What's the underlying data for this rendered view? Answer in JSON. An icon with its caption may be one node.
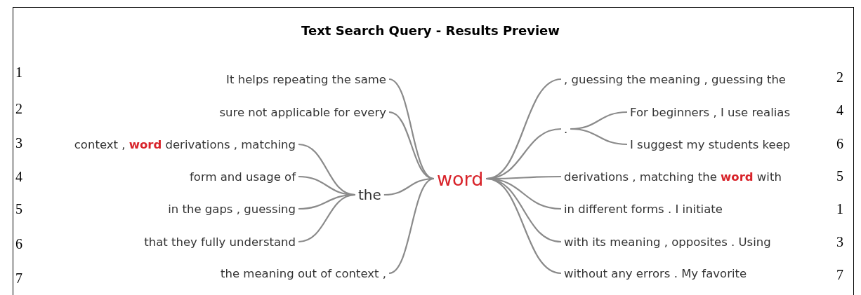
{
  "diagram": {
    "title": "Text Search Query - Results Preview",
    "nodes": [
      {
        "text": [
          "word"
        ]
      },
      {
        "text": [
          "It helps repeating the same"
        ]
      },
      {
        "text": [
          "sure not applicable for every"
        ]
      },
      {
        "text": [
          "the"
        ]
      },
      {
        "text": [
          "context , **word** derivations , matching"
        ]
      },
      {
        "text": [
          "form and usage of"
        ]
      },
      {
        "text": [
          "in the gaps , guessing"
        ]
      },
      {
        "text": [
          "that they fully understand"
        ]
      },
      {
        "text": [
          "the meaning out of context ,"
        ]
      },
      {
        "text": [
          ", guessing the meaning , guessing the"
        ]
      },
      {
        "text": [
          "."
        ]
      },
      {
        "text": [
          "For beginners , I use realias"
        ]
      },
      {
        "text": [
          "I suggest my students keep"
        ]
      },
      {
        "text": [
          "derivations , matching the **word** with"
        ]
      },
      {
        "text": [
          "in different forms . I initiate"
        ]
      },
      {
        "text": [
          "with its meaning , opposites . Using"
        ]
      },
      {
        "text": [
          "without any errors . My favorite"
        ]
      }
    ],
    "edges": [
      {
        "from": 0,
        "to": 1,
        "arrow": "none"
      },
      {
        "from": 0,
        "to": 2,
        "arrow": "none"
      },
      {
        "from": 0,
        "to": 3,
        "arrow": "none"
      },
      {
        "from": 3,
        "to": 4,
        "arrow": "none"
      },
      {
        "from": 3,
        "to": 5,
        "arrow": "none"
      },
      {
        "from": 3,
        "to": 6,
        "arrow": "none"
      },
      {
        "from": 3,
        "to": 7,
        "arrow": "none"
      },
      {
        "from": 0,
        "to": 8,
        "arrow": "none"
      },
      {
        "from": 0,
        "to": 9,
        "arrow": "none"
      },
      {
        "from": 0,
        "to": 10,
        "arrow": "none"
      },
      {
        "from": 10,
        "to": 11,
        "arrow": "none"
      },
      {
        "from": 10,
        "to": 12,
        "arrow": "none"
      },
      {
        "from": 0,
        "to": 13,
        "arrow": "none"
      },
      {
        "from": 0,
        "to": 14,
        "arrow": "none"
      },
      {
        "from": 0,
        "to": 15,
        "arrow": "none"
      },
      {
        "from": 0,
        "to": 16,
        "arrow": "none"
      }
    ],
    "labels": [
      "1",
      "2",
      "2",
      "4",
      "3",
      "6",
      "4",
      "5",
      "5",
      "1",
      "6",
      "3",
      "7",
      "7"
    ]
  }
}
